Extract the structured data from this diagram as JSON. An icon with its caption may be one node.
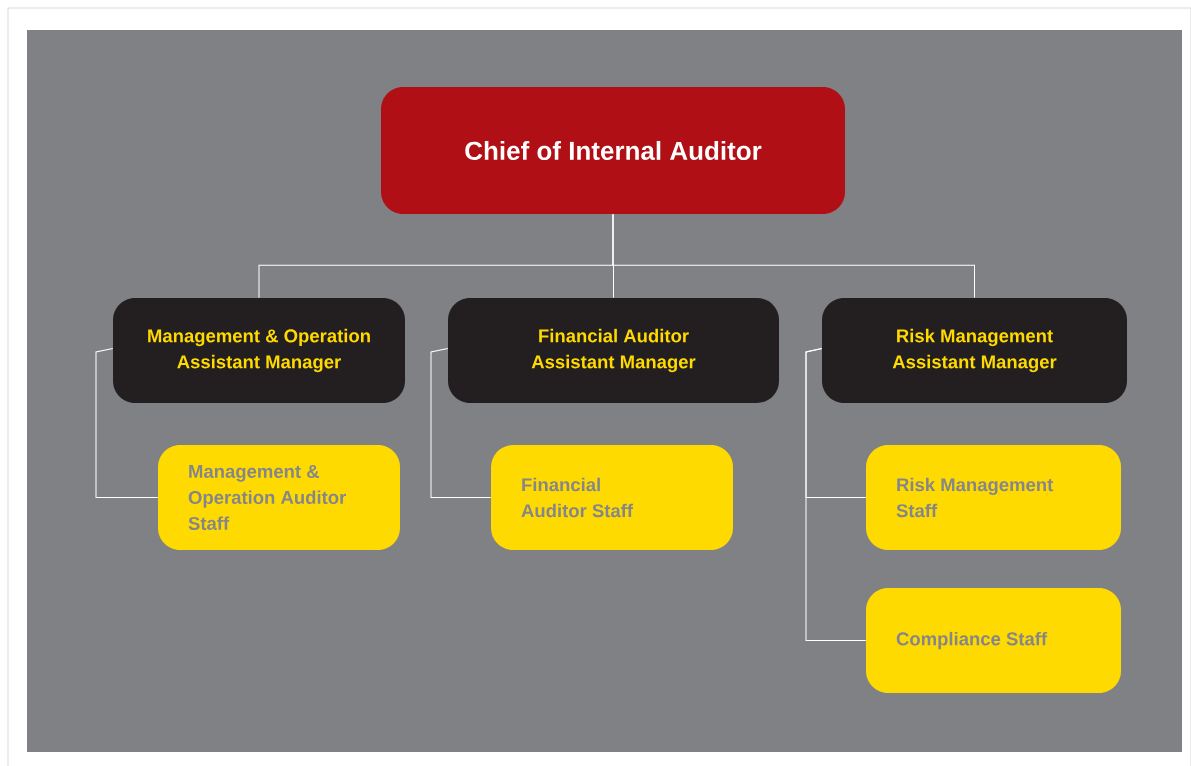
{
  "diagram": {
    "nodes": [
      {
        "text": [
          "Chief of Internal Auditor"
        ]
      },
      {
        "text": [
          "Management & Operation Assistant Manager"
        ]
      },
      {
        "text": [
          "Financial Auditor Assistant Manager"
        ]
      },
      {
        "text": [
          "Risk Management Assistant Manager"
        ]
      },
      {
        "text": [
          "Management & Operation Auditor Staff"
        ]
      },
      {
        "text": [
          "Financial Auditor Staff"
        ]
      },
      {
        "text": [
          "Risk Management Staff"
        ]
      },
      {
        "text": [
          "Compliance Staff"
        ]
      }
    ],
    "edges": [
      {
        "from": 0,
        "to": 1,
        "arrow": "none"
      },
      {
        "from": 0,
        "to": 2,
        "arrow": "none"
      },
      {
        "from": 0,
        "to": 3,
        "arrow": "none"
      },
      {
        "from": 1,
        "to": 4,
        "arrow": "none"
      },
      {
        "from": 2,
        "to": 5,
        "arrow": "none"
      },
      {
        "from": 3,
        "to": 6,
        "arrow": "none"
      },
      {
        "from": 3,
        "to": 7,
        "arrow": "none"
      }
    ]
  }
}
